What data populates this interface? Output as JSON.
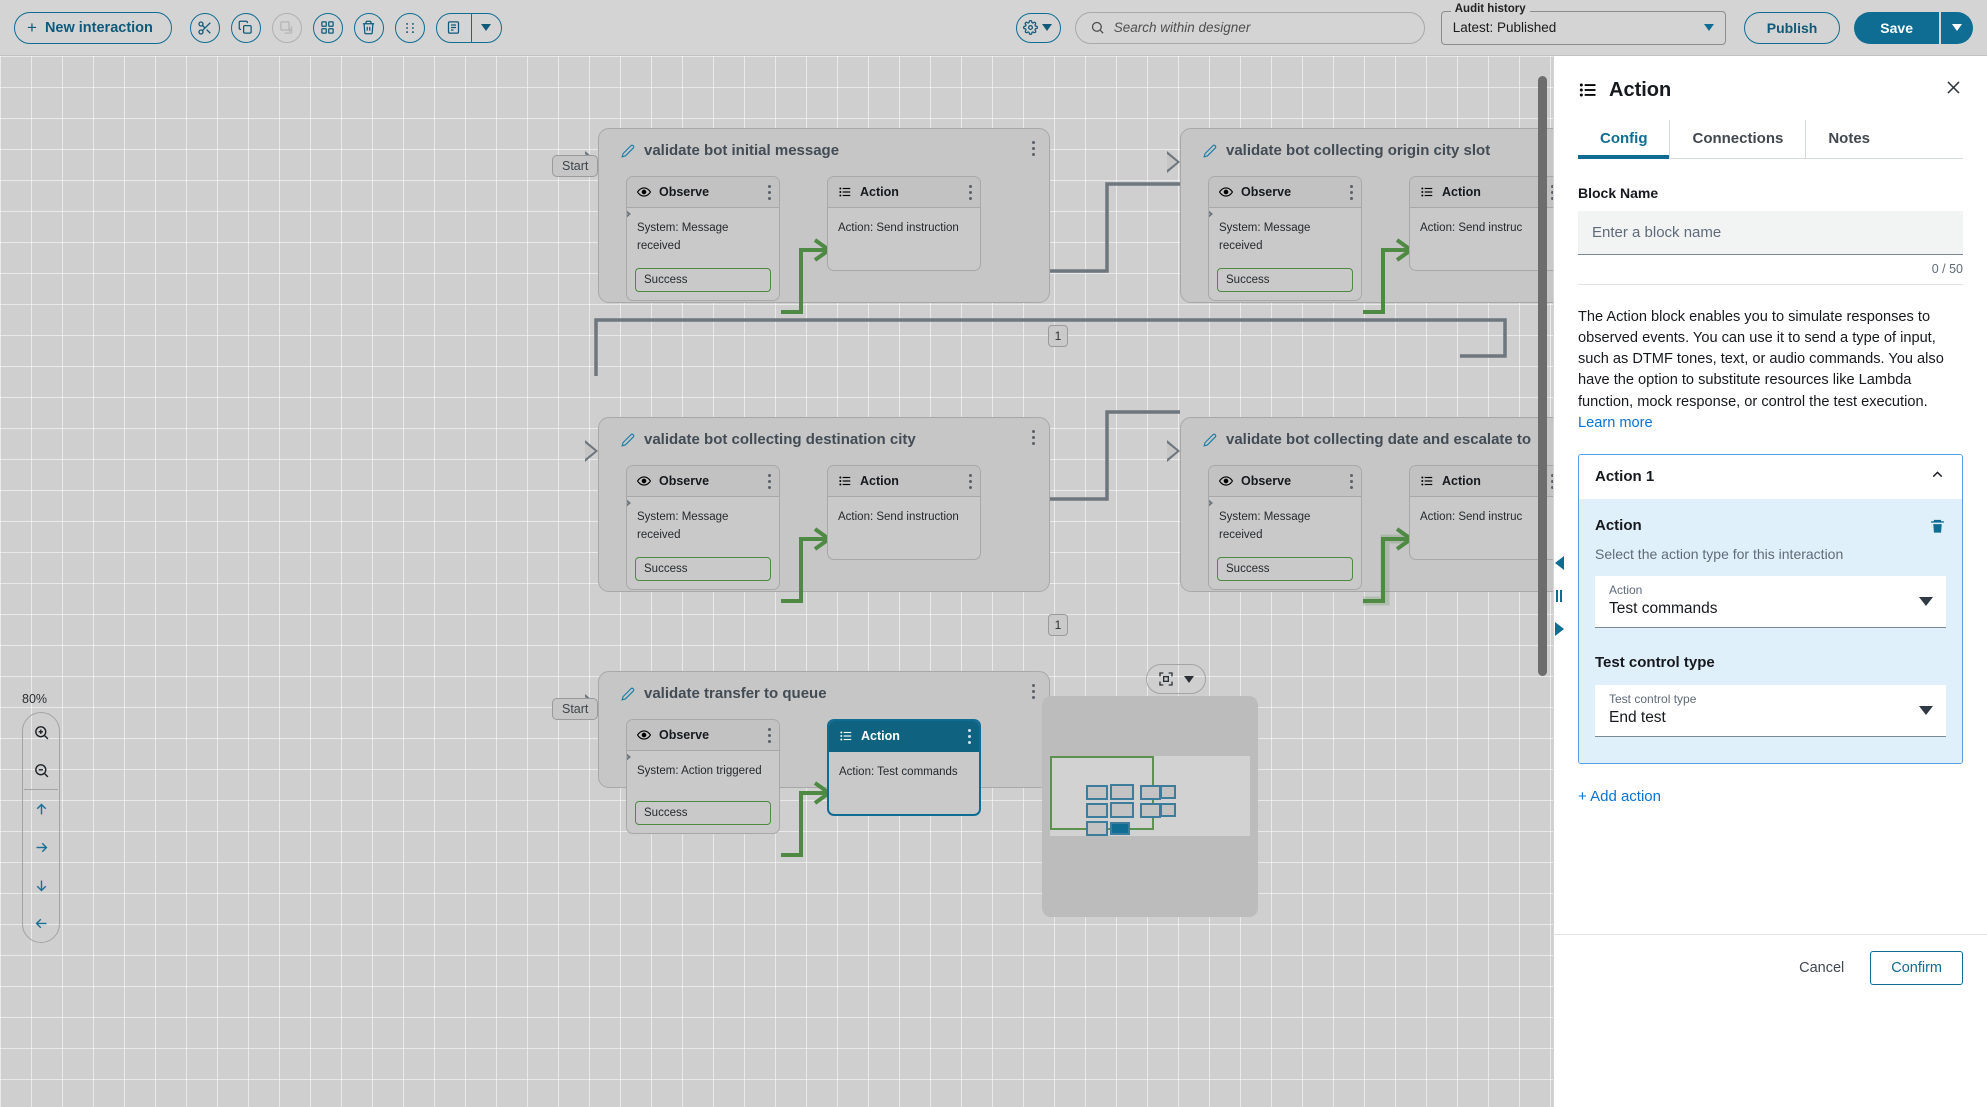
{
  "toolbar": {
    "new_interaction_label": "New interaction",
    "tools": [
      {
        "name": "cut-icon",
        "label": "Cut",
        "disabled": false
      },
      {
        "name": "copy-icon",
        "label": "Copy",
        "disabled": false
      },
      {
        "name": "paste-icon",
        "label": "Paste",
        "disabled": true
      },
      {
        "name": "grid-icon",
        "label": "Arrange",
        "disabled": false
      },
      {
        "name": "trash-icon",
        "label": "Delete",
        "disabled": false
      },
      {
        "name": "drag-handle-icon",
        "label": "Distribute",
        "disabled": false
      }
    ],
    "notes_split_label": "Notes",
    "settings_label": "Settings",
    "publish_label": "Publish",
    "save_label": "Save"
  },
  "search": {
    "placeholder": "Search within designer"
  },
  "audit_history": {
    "legend": "Audit history",
    "value": "Latest: Published"
  },
  "canvas": {
    "zoom_level": "80%",
    "start_badge": "Start",
    "groups": [
      {
        "title": "validate bot initial message",
        "has_start": true,
        "observe": {
          "header": "Observe",
          "body": "System: Message received",
          "port": "Success"
        },
        "action": {
          "header": "Action",
          "body": "Action: Send instruction",
          "selected": false
        },
        "out_badge": "1"
      },
      {
        "title": "validate bot collecting origin city slot",
        "has_start": false,
        "observe": {
          "header": "Observe",
          "body": "System: Message received",
          "port": "Success"
        },
        "action": {
          "header": "Action",
          "body": "Action: Send instruc",
          "selected": false
        },
        "out_badge": ""
      },
      {
        "title": "validate bot collecting destination city",
        "has_start": false,
        "observe": {
          "header": "Observe",
          "body": "System: Message received",
          "port": "Success"
        },
        "action": {
          "header": "Action",
          "body": "Action: Send instruction",
          "selected": false
        },
        "out_badge": "1"
      },
      {
        "title": "validate bot collecting date and escalate to",
        "has_start": false,
        "observe": {
          "header": "Observe",
          "body": "System: Message received",
          "port": "Success"
        },
        "action": {
          "header": "Action",
          "body": "Action: Send instruc",
          "selected": false
        },
        "out_badge": ""
      },
      {
        "title": "validate transfer to queue",
        "has_start": true,
        "observe": {
          "header": "Observe",
          "body": "System: Action triggered",
          "port": "Success"
        },
        "action": {
          "header": "Action",
          "body": "Action: Test commands",
          "selected": true
        },
        "out_badge": ""
      }
    ],
    "zoom_controls": [
      {
        "name": "zoom-in-icon",
        "label": "Zoom in"
      },
      {
        "name": "zoom-out-icon",
        "label": "Zoom out"
      },
      {
        "name": "pan-up-icon",
        "label": "Pan up"
      },
      {
        "name": "pan-right-icon",
        "label": "Pan right"
      },
      {
        "name": "pan-down-icon",
        "label": "Pan down"
      },
      {
        "name": "pan-left-icon",
        "label": "Pan left"
      }
    ],
    "fit_control_label": "Fit to screen"
  },
  "panel": {
    "title": "Action",
    "close_label": "Close",
    "tabs": [
      {
        "label": "Config",
        "active": true
      },
      {
        "label": "Connections",
        "active": false
      },
      {
        "label": "Notes",
        "active": false
      }
    ],
    "block_name": {
      "label": "Block Name",
      "placeholder": "Enter a block name",
      "value": "",
      "counter": "0 / 50"
    },
    "description": "The Action block enables you to simulate responses to observed events. You can use it to send a type of input, such as DTMF tones, text, or audio commands. You also have the option to substitute resources like Lambda function, mock response, or control the test execution. ",
    "description_link": "Learn more",
    "accordion": {
      "title": "Action 1",
      "action_section_title": "Action",
      "action_section_sub": "Select the action type for this interaction",
      "action_select": {
        "label": "Action",
        "value": "Test commands"
      },
      "test_control_title": "Test control type",
      "test_control_select": {
        "label": "Test control type",
        "value": "End test"
      }
    },
    "add_action_label": "+ Add action",
    "cancel_label": "Cancel",
    "confirm_label": "Confirm"
  },
  "colors": {
    "accent": "#0f6d93",
    "selected_header": "#0f6380",
    "link": "#0972d3",
    "success_edge": "#4e8a43",
    "accordion_bg": "#e0f0fb",
    "canvas_bg": "#cfcfcf"
  }
}
